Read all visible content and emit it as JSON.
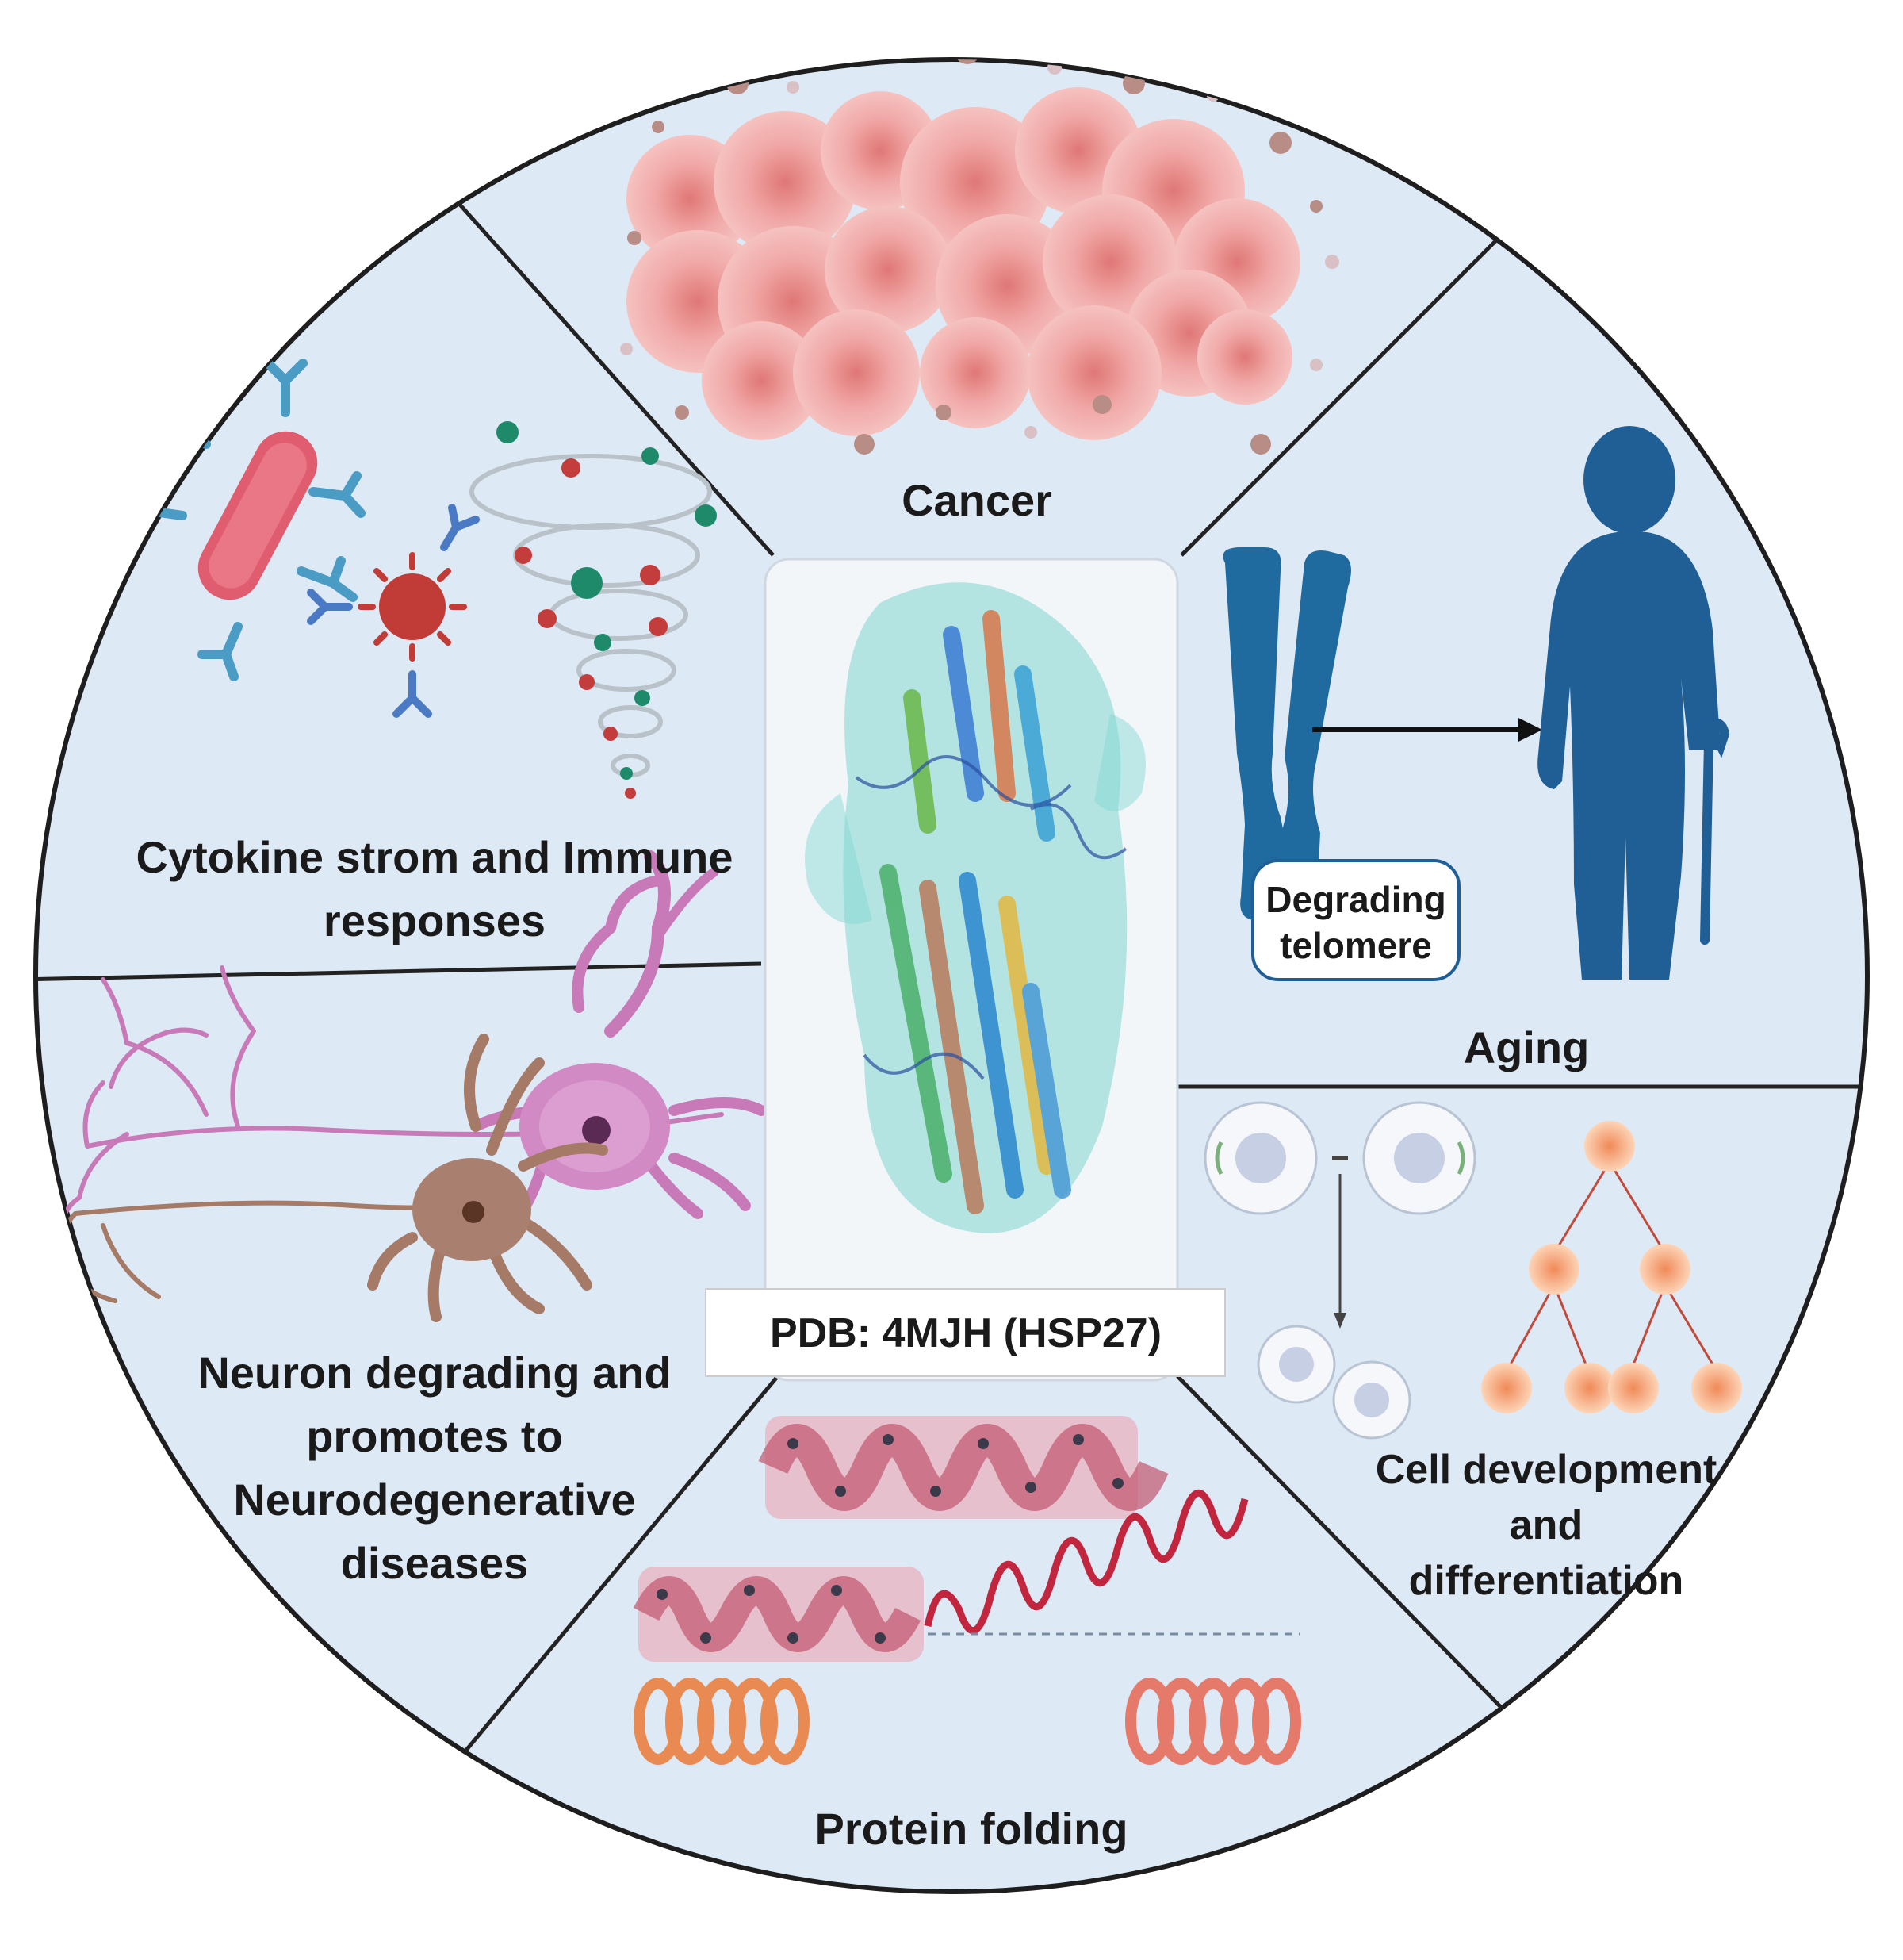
{
  "segments": {
    "cancer": {
      "label": "Cancer"
    },
    "aging": {
      "label": "Aging",
      "telomere_lines": [
        "Degrading",
        "telomere"
      ]
    },
    "cytokine": {
      "lines": [
        "Cytokine strom and Immune",
        "responses"
      ]
    },
    "neuron": {
      "lines": [
        "Neuron degrading and",
        "promotes to",
        "Neurodegenerative",
        "diseases"
      ]
    },
    "protein": {
      "label": "Protein folding"
    },
    "cell": {
      "lines": [
        "Cell development",
        "and",
        "differentiation"
      ]
    }
  },
  "center": {
    "pdb_label": "PDB: 4MJH (HSP27)"
  },
  "colors": {
    "background": "#dde9f5",
    "divider": "#222222",
    "cancer": "#e98a8a",
    "aging": "#1f5f96",
    "antibody": "#4a9cc4",
    "neuron_pink": "#c87ab8",
    "neuron_brown": "#a57a66",
    "cell_orange": "#f4b48a",
    "protein_pink": "#d98ea3",
    "protein_orange": "#e88a52"
  }
}
